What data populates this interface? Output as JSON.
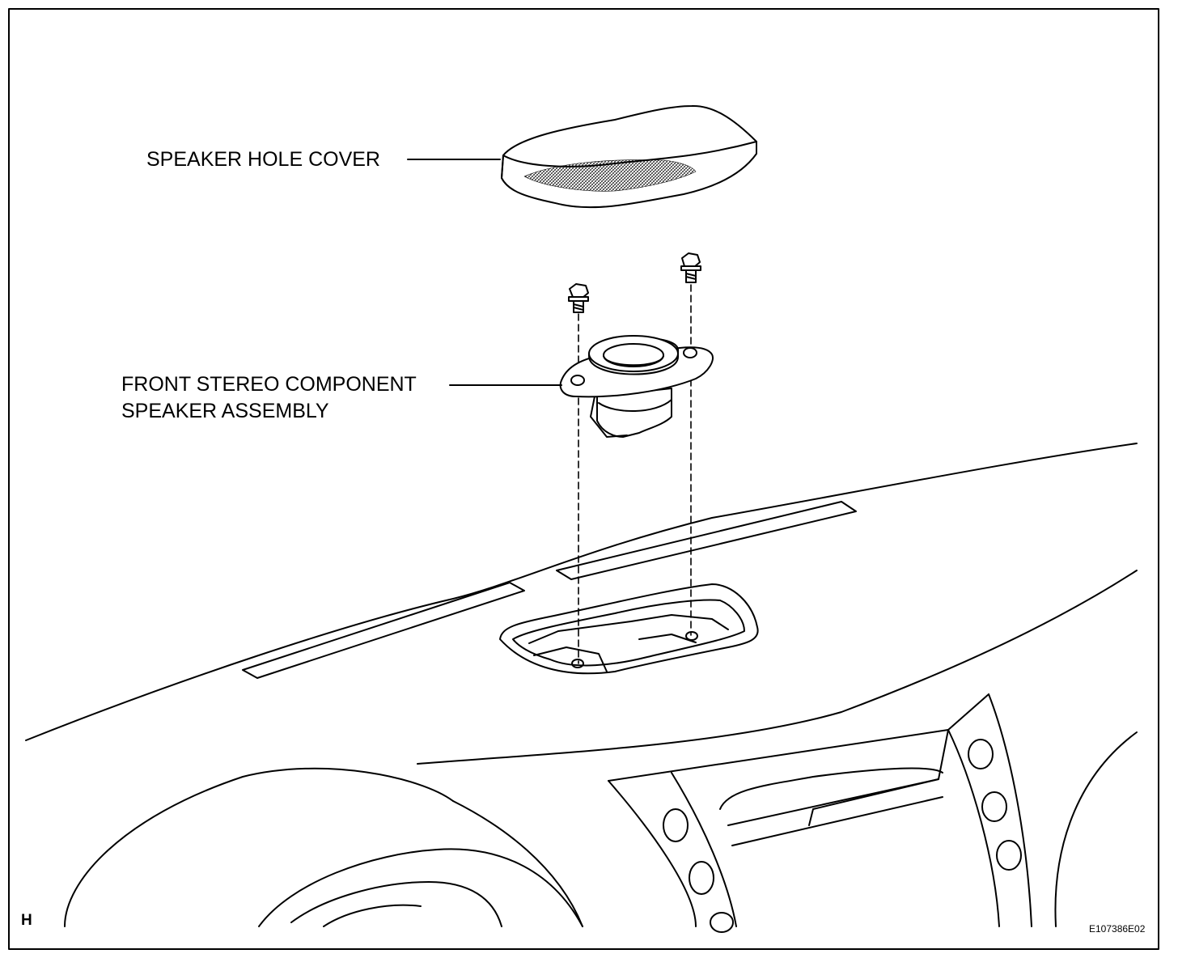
{
  "labels": {
    "speaker_hole_cover": "SPEAKER HOLE COVER",
    "front_speaker_line1": "FRONT STEREO COMPONENT",
    "front_speaker_line2": "SPEAKER ASSEMBLY"
  },
  "corner_marks": {
    "view_letter": "H",
    "figure_id": "E107386E02"
  }
}
